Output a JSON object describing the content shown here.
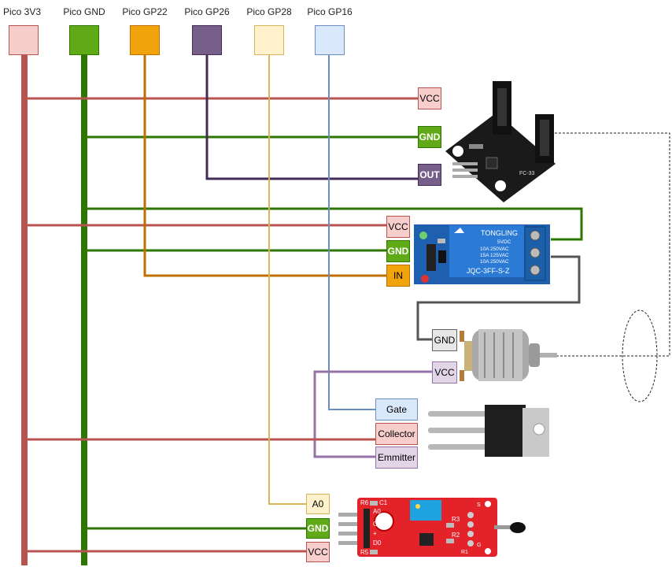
{
  "pico_pins": [
    {
      "label": "Pico 3V3",
      "color": "#f8cecc",
      "border": "#b85450"
    },
    {
      "label": "Pico GND",
      "color": "#60a917",
      "border": "#2d7600"
    },
    {
      "label": "Pico GP22",
      "color": "#f0a30a",
      "border": "#bd7000"
    },
    {
      "label": "Pico GP26",
      "color": "#76608a",
      "border": "#432d57"
    },
    {
      "label": "Pico GP28",
      "color": "#fff2cc",
      "border": "#d6b656"
    },
    {
      "label": "Pico GP16",
      "color": "#dae8fc",
      "border": "#6c8ebf"
    }
  ],
  "wire_colors": {
    "v3": "#b85450",
    "gnd": "#2d7600",
    "gp22": "#bd7000",
    "gp26": "#432d57",
    "gp28": "#d6b656",
    "gp16": "#6c8ebf",
    "motor": "#555555",
    "emitter": "#9673a6"
  },
  "ir_sensor": {
    "vcc": "VCC",
    "gnd": "GND",
    "out": "OUT",
    "pcb_text": "FC-33"
  },
  "relay": {
    "vcc": "VCC",
    "gnd": "GND",
    "in": "IN",
    "brand": "TONGLING",
    "specs": [
      "5VDC",
      "10A 250VAC",
      "15A 125VAC",
      "10A 250VAC"
    ],
    "model": "JQC-3FF-S-Z"
  },
  "motor": {
    "gnd": "GND",
    "vcc": "VCC"
  },
  "transistor": {
    "gate": "Gate",
    "collector": "Collector",
    "emitter": "Emmitter"
  },
  "temp_sensor": {
    "a0": "A0",
    "gnd": "GND",
    "vcc": "VCC",
    "silk": [
      "R6",
      "C1",
      "A0",
      "G",
      "+",
      "D0",
      "R5",
      "R3",
      "R2",
      "R1",
      "S",
      "G"
    ]
  }
}
